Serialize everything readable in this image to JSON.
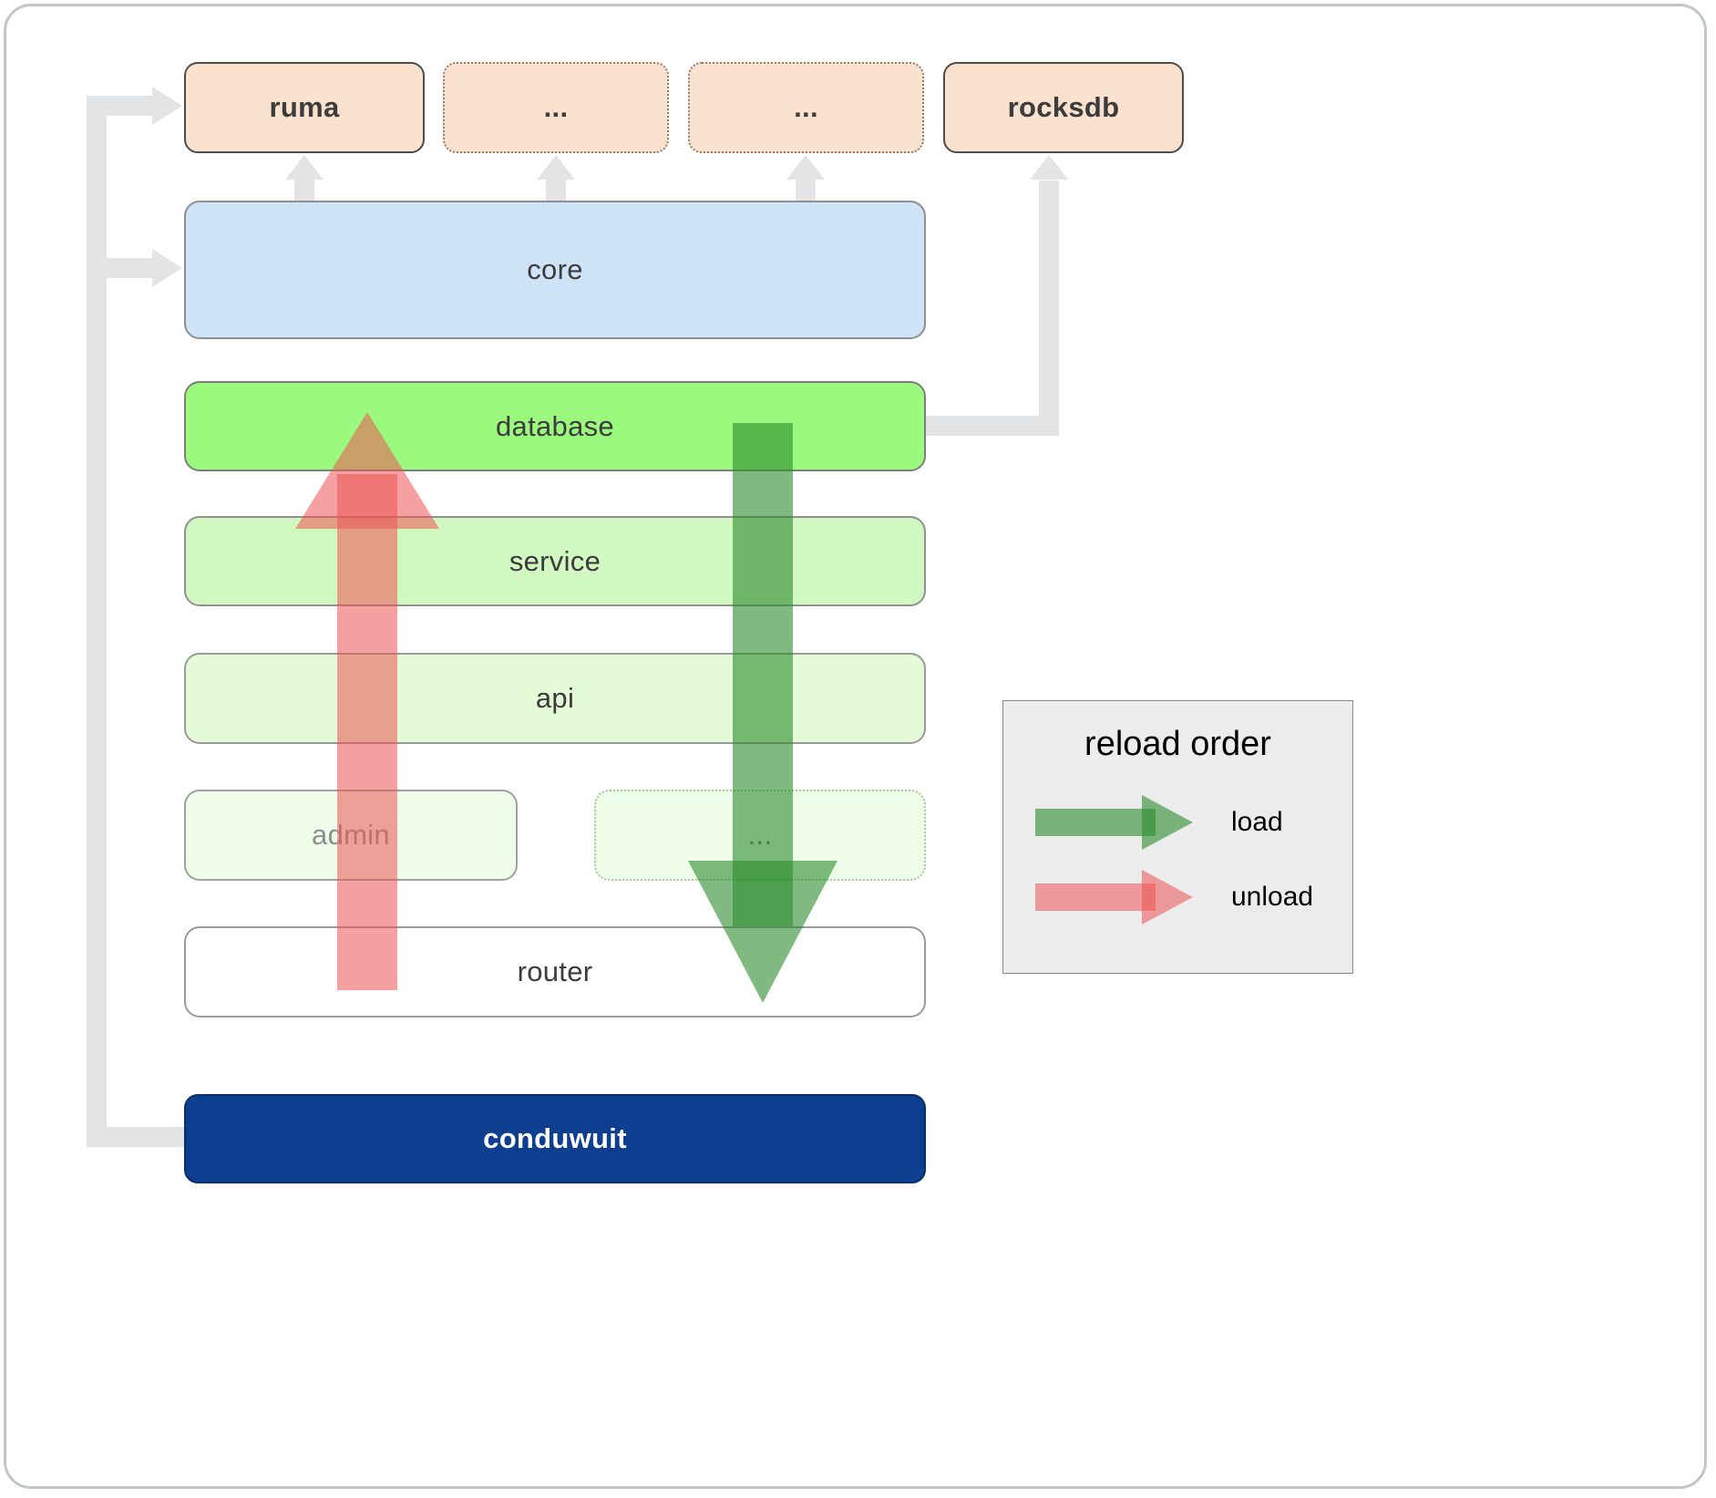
{
  "boxes": {
    "ruma": "ruma",
    "deps_more_1": "...",
    "deps_more_2": "...",
    "rocksdb": "rocksdb",
    "core": "core",
    "database": "database",
    "service": "service",
    "api": "api",
    "admin": "admin",
    "crates_more": "...",
    "router": "router",
    "conduwuit": "conduwuit"
  },
  "legend": {
    "title": "reload order",
    "load_label": "load",
    "unload_label": "unload"
  },
  "colors": {
    "dependency_box": "#fbe2cf",
    "core_box": "#cfe3f8",
    "database_box": "#9bfa7e",
    "service_box": "#d2f8c2",
    "api_box": "#e4fbd8",
    "admin_box": "#eefde9",
    "router_box": "#ffffff",
    "conduwuit_box": "#0d3e8f",
    "load_arrow_green": "#2b8c2b",
    "unload_arrow_red": "#ec5454",
    "connector_gray": "#e3e4e6"
  }
}
